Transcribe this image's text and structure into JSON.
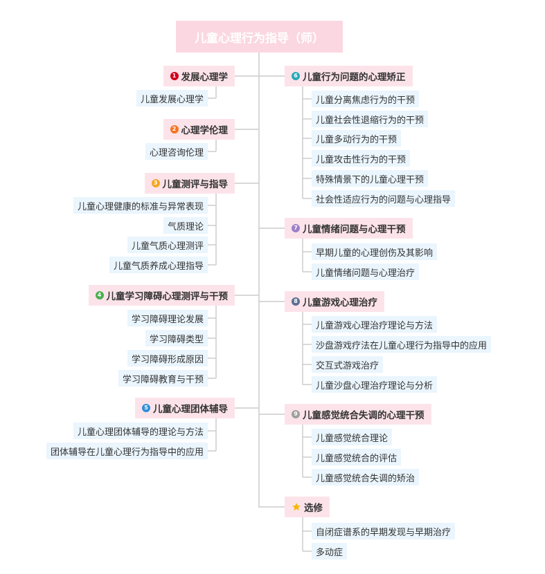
{
  "root": {
    "title": "儿童心理行为指导（师）"
  },
  "topics": [
    {
      "number": "1",
      "badge_color": "#d0021b",
      "title": "发展心理学",
      "items": [
        "儿童发展心理学"
      ]
    },
    {
      "number": "2",
      "badge_color": "#f5731e",
      "title": "心理学伦理",
      "items": [
        "心理咨询伦理"
      ]
    },
    {
      "number": "3",
      "badge_color": "#f5a623",
      "title": "儿童测评与指导",
      "items": [
        "儿童心理健康的标准与异常表现",
        "气质理论",
        "儿童气质心理测评",
        "儿童气质养成心理指导"
      ]
    },
    {
      "number": "4",
      "badge_color": "#4caf50",
      "title": "儿童学习障碍心理测评与干预",
      "items": [
        "学习障碍理论发展",
        "学习障碍类型",
        "学习障碍形成原因",
        "学习障碍教育与干预"
      ]
    },
    {
      "number": "5",
      "badge_color": "#2f8fd6",
      "title": "儿童心理团体辅导",
      "items": [
        "儿童心理团体辅导的理论与方法",
        "团体辅导在儿童心理行为指导中的应用"
      ]
    },
    {
      "number": "6",
      "badge_color": "#26a9b8",
      "title": "儿童行为问题的心理矫正",
      "items": [
        "儿童分离焦虑行为的干预",
        "儿童社会性退缩行为的干预",
        "儿童多动行为的干预",
        "儿童攻击性行为的干预",
        "特殊情景下的儿童心理干预",
        "社会性适应行为的问题与心理指导"
      ]
    },
    {
      "number": "7",
      "badge_color": "#9b7fc7",
      "title": "儿童情绪问题与心理干预",
      "items": [
        "早期儿童的心理创伤及其影响",
        "儿童情绪问题与心理治疗"
      ]
    },
    {
      "number": "8",
      "badge_color": "#5c6e91",
      "title": "儿童游戏心理治疗",
      "items": [
        "儿童游戏心理治疗理论与方法",
        "沙盘游戏疗法在儿童心理行为指导中的应用",
        "交互式游戏治疗",
        "儿童沙盘心理治疗理论与分析"
      ]
    },
    {
      "number": "9",
      "badge_color": "#9e9e9e",
      "title": "儿童感觉统合失调的心理干预",
      "items": [
        "儿童感觉统合理论",
        "儿童感觉统合的评估",
        "儿童感觉统合失调的矫治"
      ]
    },
    {
      "icon": "star-icon",
      "badge_color": "#f5b800",
      "title": "选修",
      "items": [
        "自闭症谱系的早期发现与早期治疗",
        "多动症"
      ]
    }
  ],
  "colors": {
    "line": "#cccccc",
    "root_bg": "#fbd7e1",
    "topic_bg": "#fce3ea",
    "leaf_bg": "#eaf5fd"
  }
}
